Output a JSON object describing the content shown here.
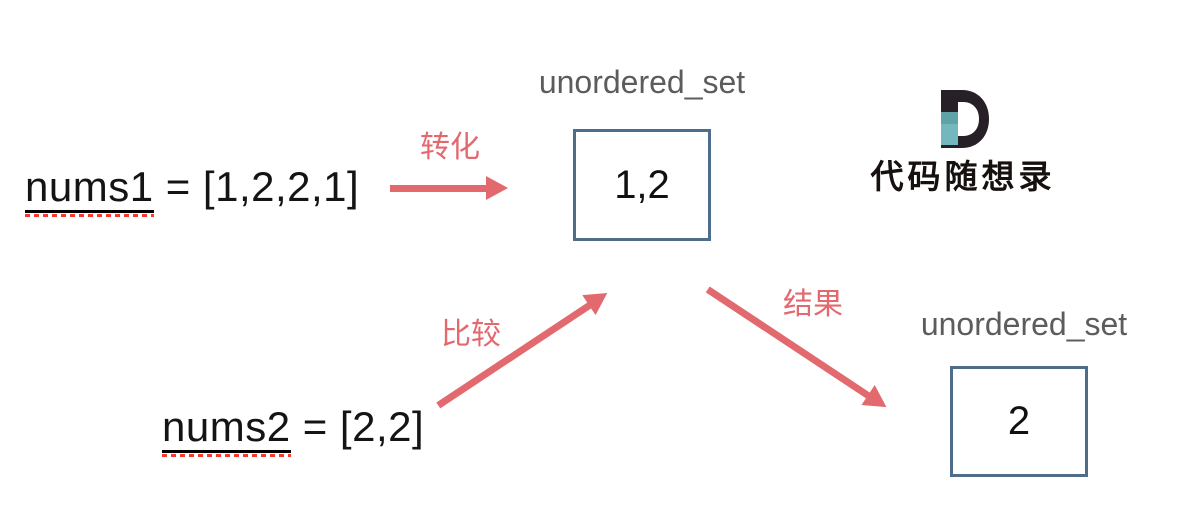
{
  "colors": {
    "accent": "#e2696e",
    "spellcheck": "#f6392f",
    "box-border": "#4d6d8b",
    "muted-label": "#5c5c5c",
    "text": "#141414",
    "logo-dark": "#272027",
    "logo-teal-dark": "#5fa2a8",
    "logo-teal-light": "#74b8bf"
  },
  "expressions": {
    "nums1": {
      "var": "nums1",
      "rest": " = [1,2,2,1]"
    },
    "nums2": {
      "var": "nums2",
      "rest": " = [2,2]"
    }
  },
  "sets": {
    "converted": {
      "title": "unordered_set",
      "value": "1,2"
    },
    "result": {
      "title": "unordered_set",
      "value": "2"
    }
  },
  "arrows": {
    "convert": {
      "label": "转化"
    },
    "compare": {
      "label": "比较"
    },
    "result": {
      "label": "结果"
    }
  },
  "brand": {
    "logo_letter": "D",
    "name": "代码随想录"
  }
}
